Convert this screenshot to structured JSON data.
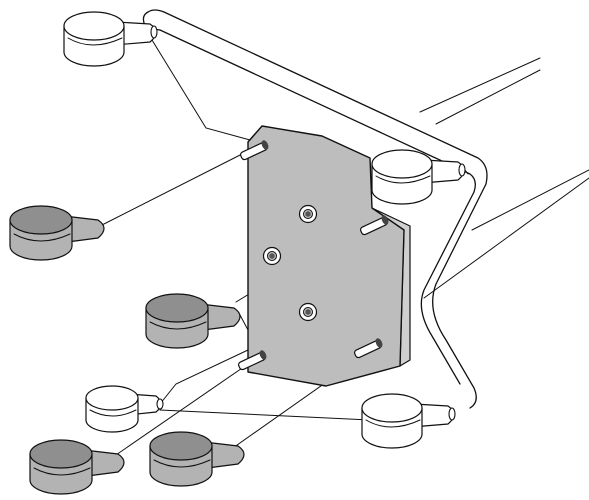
{
  "diagram": {
    "colors": {
      "background": "#ffffff",
      "outline": "#111111",
      "plate_fill": "#bdbdbd",
      "plate_side_fill": "#cfcfcf",
      "shaded_foot_fill": "#b3b3b3",
      "shaded_foot_dark": "#8f8f8f",
      "white_foot_fill": "#ffffff"
    },
    "parts": {
      "white_feet": 4,
      "shaded_feet": 4,
      "studs": 4,
      "plate_screws": 3
    }
  }
}
